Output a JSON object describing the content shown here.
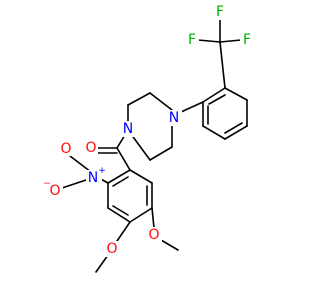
{
  "molecule": {
    "atoms": {
      "carbonyl_O": "O",
      "nitro_N": "N",
      "nitro_N_charge": "+",
      "nitro_O_left": "O",
      "nitro_O_left_charge": "−",
      "nitro_O_top": "O",
      "piperazine_N1": "N",
      "piperazine_N4": "N",
      "methoxy_O_upper": "O",
      "methoxy_O_lower": "O",
      "cf3_F_left": "F",
      "cf3_F_right": "F",
      "cf3_F_bottom": "F"
    },
    "colors": {
      "carbon": "#000000",
      "oxygen": "#ff0d0d",
      "nitrogen": "#0000ff",
      "fluorine": "#00b300"
    }
  }
}
